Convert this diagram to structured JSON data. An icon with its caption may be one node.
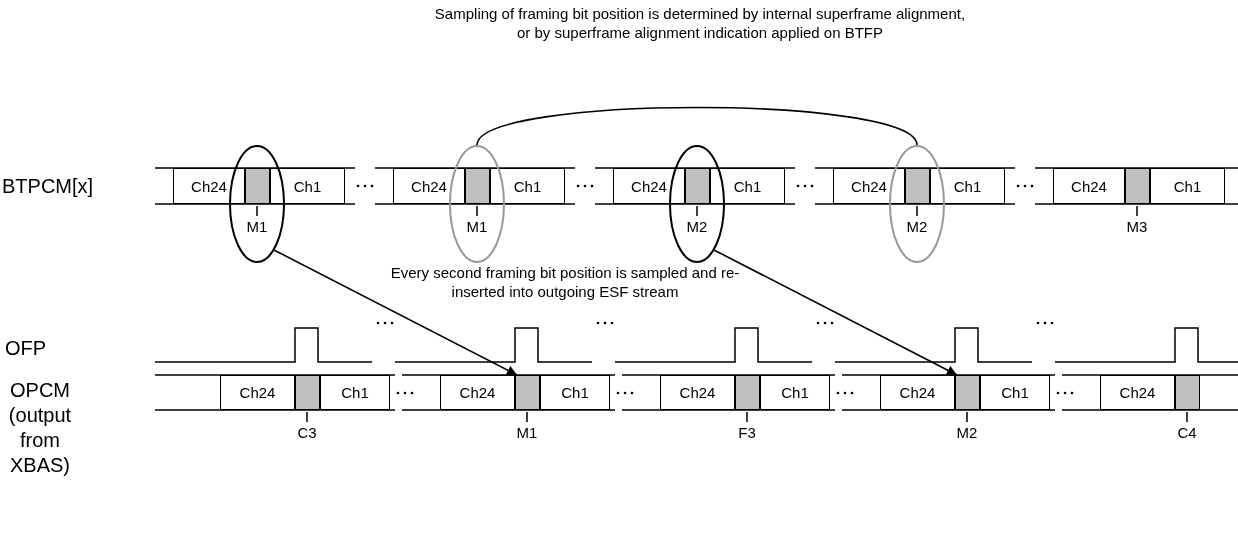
{
  "diagram": {
    "nodes": [
      {
        "text": [
          "Ch24"
        ]
      },
      {
        "text": [],
        "shape": "box",
        "in": 15
      },
      {
        "text": [
          "Ch1"
        ]
      },
      {
        "text": [
          "Ch24"
        ]
      },
      {
        "text": [],
        "shape": "box",
        "in": 16
      },
      {
        "text": [
          "Ch1"
        ]
      },
      {
        "text": [
          "Ch24"
        ]
      },
      {
        "text": [],
        "shape": "box",
        "in": 17
      },
      {
        "text": [
          "Ch1"
        ]
      },
      {
        "text": [
          "Ch24"
        ]
      },
      {
        "text": [],
        "shape": "box",
        "in": 18
      },
      {
        "text": [
          "Ch1"
        ]
      },
      {
        "text": [
          "Ch24"
        ]
      },
      {
        "text": [],
        "shape": "box"
      },
      {
        "text": [
          "Ch1"
        ]
      },
      {
        "text": [],
        "shape": "ellipse"
      },
      {
        "text": [],
        "shape": "ellipse"
      },
      {
        "text": [],
        "shape": "ellipse"
      },
      {
        "text": [],
        "shape": "ellipse"
      },
      {
        "text": [
          "Ch24"
        ]
      },
      {
        "text": [],
        "shape": "box"
      },
      {
        "text": [
          "Ch1"
        ]
      },
      {
        "text": [
          "Ch24"
        ]
      },
      {
        "text": [],
        "shape": "box"
      },
      {
        "text": [
          "Ch1"
        ]
      },
      {
        "text": [
          "Ch24"
        ]
      },
      {
        "text": [],
        "shape": "box"
      },
      {
        "text": [
          "Ch1"
        ]
      },
      {
        "text": [
          "Ch24"
        ]
      },
      {
        "text": [],
        "shape": "box"
      },
      {
        "text": [
          "Ch1"
        ]
      },
      {
        "text": [
          "Ch24"
        ]
      },
      {
        "text": [],
        "shape": "box"
      }
    ],
    "edges": [
      {
        "from": 15,
        "to": 23,
        "arrow": "to"
      },
      {
        "from": 17,
        "to": 29,
        "arrow": "to"
      },
      {
        "from": 16,
        "to": 18,
        "arrow": "none"
      }
    ],
    "labels": [
      "Sampling of framing bit position is determined by internal superframe alignment, or by superframe alignment indication applied on BTFP",
      "BTPCM[x]",
      "M1",
      "M1",
      "M2",
      "M2",
      "M3",
      "Every second framing bit position is sampled and re-inserted into outgoing ESF stream",
      "OFP",
      "OPCM (output from XBAS)",
      "C3",
      "M1",
      "F3",
      "M2",
      "C4"
    ]
  }
}
